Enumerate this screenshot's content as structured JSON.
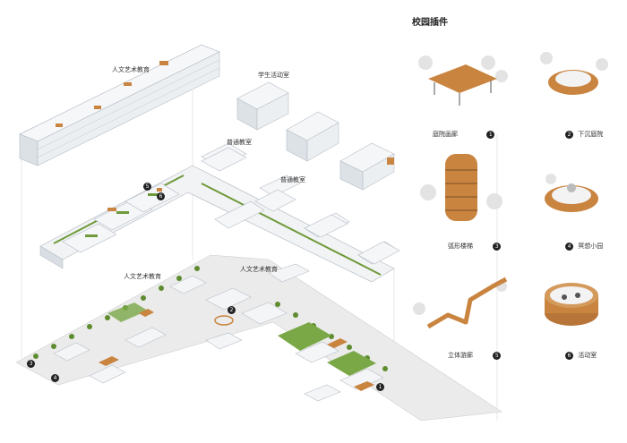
{
  "panel": {
    "title": "校园插件"
  },
  "labels": {
    "arts_top": "人文艺术教育",
    "student_activity": "学生活动室",
    "classroom_1": "普通教室",
    "classroom_2": "普通教室",
    "arts_ground_left": "人文艺术教育",
    "arts_ground_right": "人文艺术教育"
  },
  "map_badges": [
    "1",
    "2",
    "3",
    "4",
    "5",
    "6"
  ],
  "plugins": [
    {
      "num": "1",
      "name": "庭院画廊"
    },
    {
      "num": "2",
      "name": "下沉庭院"
    },
    {
      "num": "3",
      "name": "弧形楼梯"
    },
    {
      "num": "4",
      "name": "冥想小园"
    },
    {
      "num": "5",
      "name": "立体游廊"
    },
    {
      "num": "6",
      "name": "活动室"
    }
  ],
  "colors": {
    "building": "#f2f4f6",
    "building_shade": "#d9dee4",
    "green": "#6f9a3a",
    "wood": "#c9843f",
    "ground": "#e8e8e8"
  }
}
